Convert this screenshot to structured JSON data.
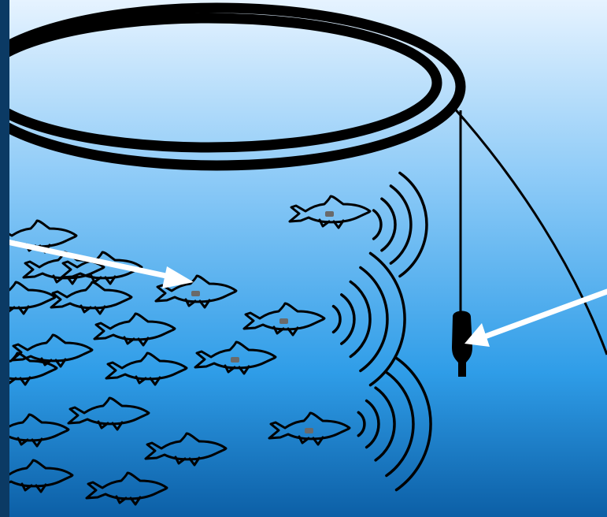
{
  "diagram": {
    "subject": "fish-pen-acoustic-telemetry",
    "colors": {
      "frame": "#0b3a64",
      "water_top": "#e6f3ff",
      "water_mid": "#8ccaf7",
      "water_deep": "#2f9de8",
      "water_bottom": "#0c5fa6",
      "outline": "#000000",
      "fish_fill": "#ffffff",
      "tag": "#6a6a6a",
      "arrow": "#ffffff",
      "receiver": "#000000"
    },
    "icons": {
      "fish": "fish-icon",
      "tag": "acoustic-tag-icon",
      "signal": "sound-wave-icon",
      "receiver": "hydrophone-receiver-icon",
      "pen": "net-pen-ring",
      "arrow": "pointer-arrow"
    },
    "tagged_fish_count": 5,
    "untagged_fish_count": 14
  }
}
